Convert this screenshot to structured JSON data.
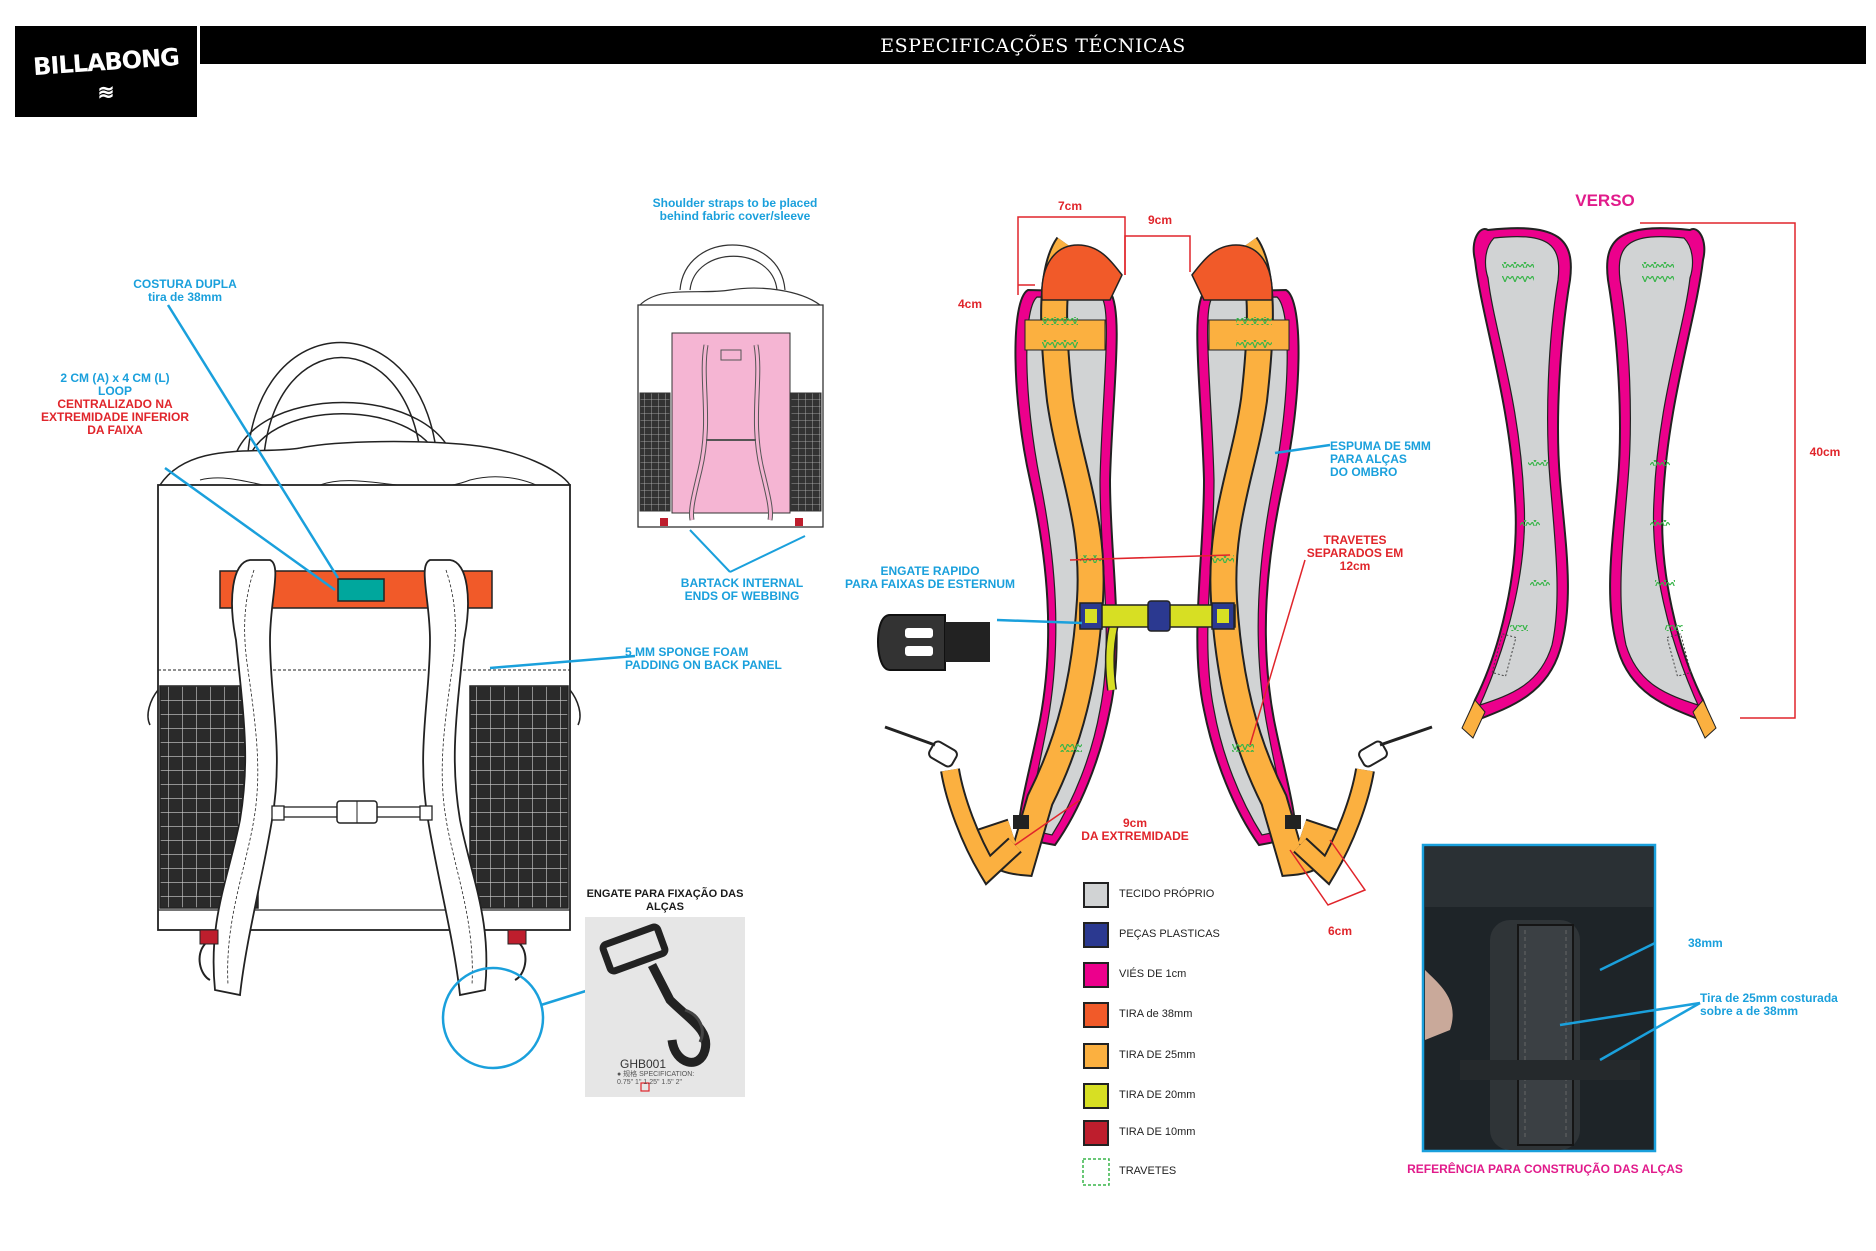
{
  "header": {
    "brand": "BILLABONG",
    "title": "ESPECIFICAÇÕES TÉCNICAS"
  },
  "labels": {
    "costura_dupla": "COSTURA DUPLA",
    "tira_38": "tira de 38mm",
    "loop_size": "2 CM (A) x 4 CM (L)",
    "loop": "LOOP",
    "centralizado": "CENTRALIZADO NA",
    "extremidade_inferior": "EXTREMIDADE INFERIOR",
    "da_faixa": "DA FAIXA",
    "sponge_1": "5 MM SPONGE FOAM",
    "sponge_2": "PADDING ON BACK PANEL",
    "shoulder_1": "Shoulder straps to be placed",
    "shoulder_2": "behind fabric cover/sleeve",
    "bartack_1": "BARTACK INTERNAL",
    "bartack_2": "ENDS OF WEBBING",
    "engate_alcas_1": "ENGATE PARA FIXAÇÃO DAS",
    "engate_alcas_2": "ALÇAS",
    "ghb_code": "GHB001",
    "ghb_spec_1": "● 规格 SPECIFICATION:",
    "ghb_spec_2": "0.75\"  1\"  1.25\"  1.5\"  2\"",
    "dim_7cm": "7cm",
    "dim_9cm_top": "9cm",
    "dim_4cm": "4cm",
    "espuma_1": "ESPUMA DE 5MM",
    "espuma_2": "PARA ALÇAS",
    "espuma_3": "DO OMBRO",
    "travetes_1": "TRAVETES",
    "travetes_2": "SEPARADOS EM",
    "travetes_3": "12cm",
    "engate_rapido_1": "ENGATE RAPIDO",
    "engate_rapido_2": "PARA FAIXAS DE ESTERNUM",
    "dim_9cm_bottom": "9cm",
    "da_extremidade": "DA EXTREMIDADE",
    "dim_6cm": "6cm",
    "verso": "VERSO",
    "dim_40cm": "40cm",
    "ref_38mm": "38mm",
    "ref_tira25_1": "Tira de 25mm costurada",
    "ref_tira25_2": "sobre a de 38mm",
    "referencia": "REFERÊNCIA PARA CONSTRUÇÃO DAS ALÇAS"
  },
  "legend": [
    {
      "label": "TECIDO PRÓPRIO",
      "color": "#d1d3d4"
    },
    {
      "label": "PEÇAS PLASTICAS",
      "color": "#2b3990"
    },
    {
      "label": "VIÉS DE 1cm",
      "color": "#ec008c"
    },
    {
      "label": "TIRA de 38mm",
      "color": "#f15a29"
    },
    {
      "label": "TIRA DE 25mm",
      "color": "#fbb040"
    },
    {
      "label": "TIRA DE 20mm",
      "color": "#d7df23"
    },
    {
      "label": "TIRA DE 10mm",
      "color": "#be1e2d"
    },
    {
      "label": "TRAVETES",
      "color": "#39b54a"
    }
  ],
  "colors": {
    "annotation_blue": "#1aa0dc",
    "annotation_red": "#e0252b",
    "verso_pink": "#e11b8b",
    "pink_panel": "#f5b5d3"
  }
}
